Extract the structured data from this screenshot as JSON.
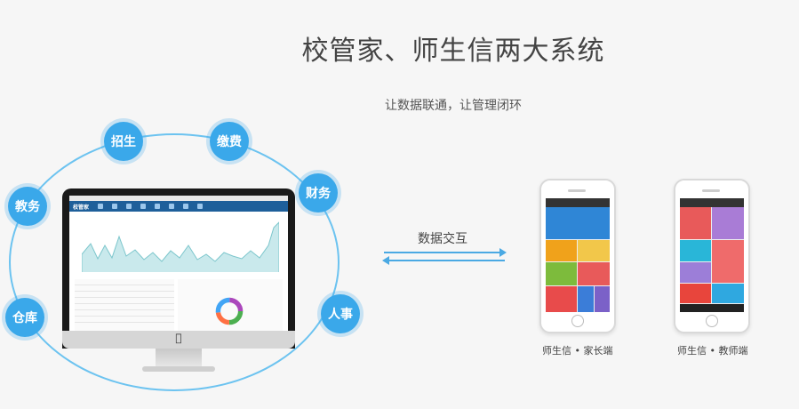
{
  "header": {
    "title": "校管家、师生信两大系统",
    "subtitle": "让数据联通，让管理闭环"
  },
  "modules": [
    "招生",
    "缴费",
    "财务",
    "教务",
    "仓库",
    "人事"
  ],
  "monitor": {
    "app_logo": "校管家"
  },
  "exchange": {
    "label": "数据交互"
  },
  "phones": [
    {
      "label": "师生信 • 家长端"
    },
    {
      "label": "师生信 • 教师端"
    }
  ],
  "colors": {
    "accent": "#3aa8ea",
    "nav": "#1e5f9a",
    "chart": "#8fd0d6"
  }
}
